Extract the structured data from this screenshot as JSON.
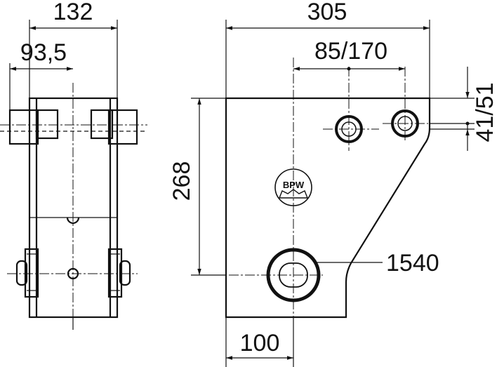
{
  "colors": {
    "part_fill": "#86cdef",
    "line": "#111111",
    "background": "#ffffff"
  },
  "dimensions": {
    "side_width": "132",
    "side_half_width": "93,5",
    "front_width": "305",
    "hole_spacing": "85/170",
    "front_height": "268",
    "bottom_offset": "100",
    "hole_offset": "41/51",
    "part_number": "1540"
  },
  "logo": {
    "text": "BPW"
  }
}
